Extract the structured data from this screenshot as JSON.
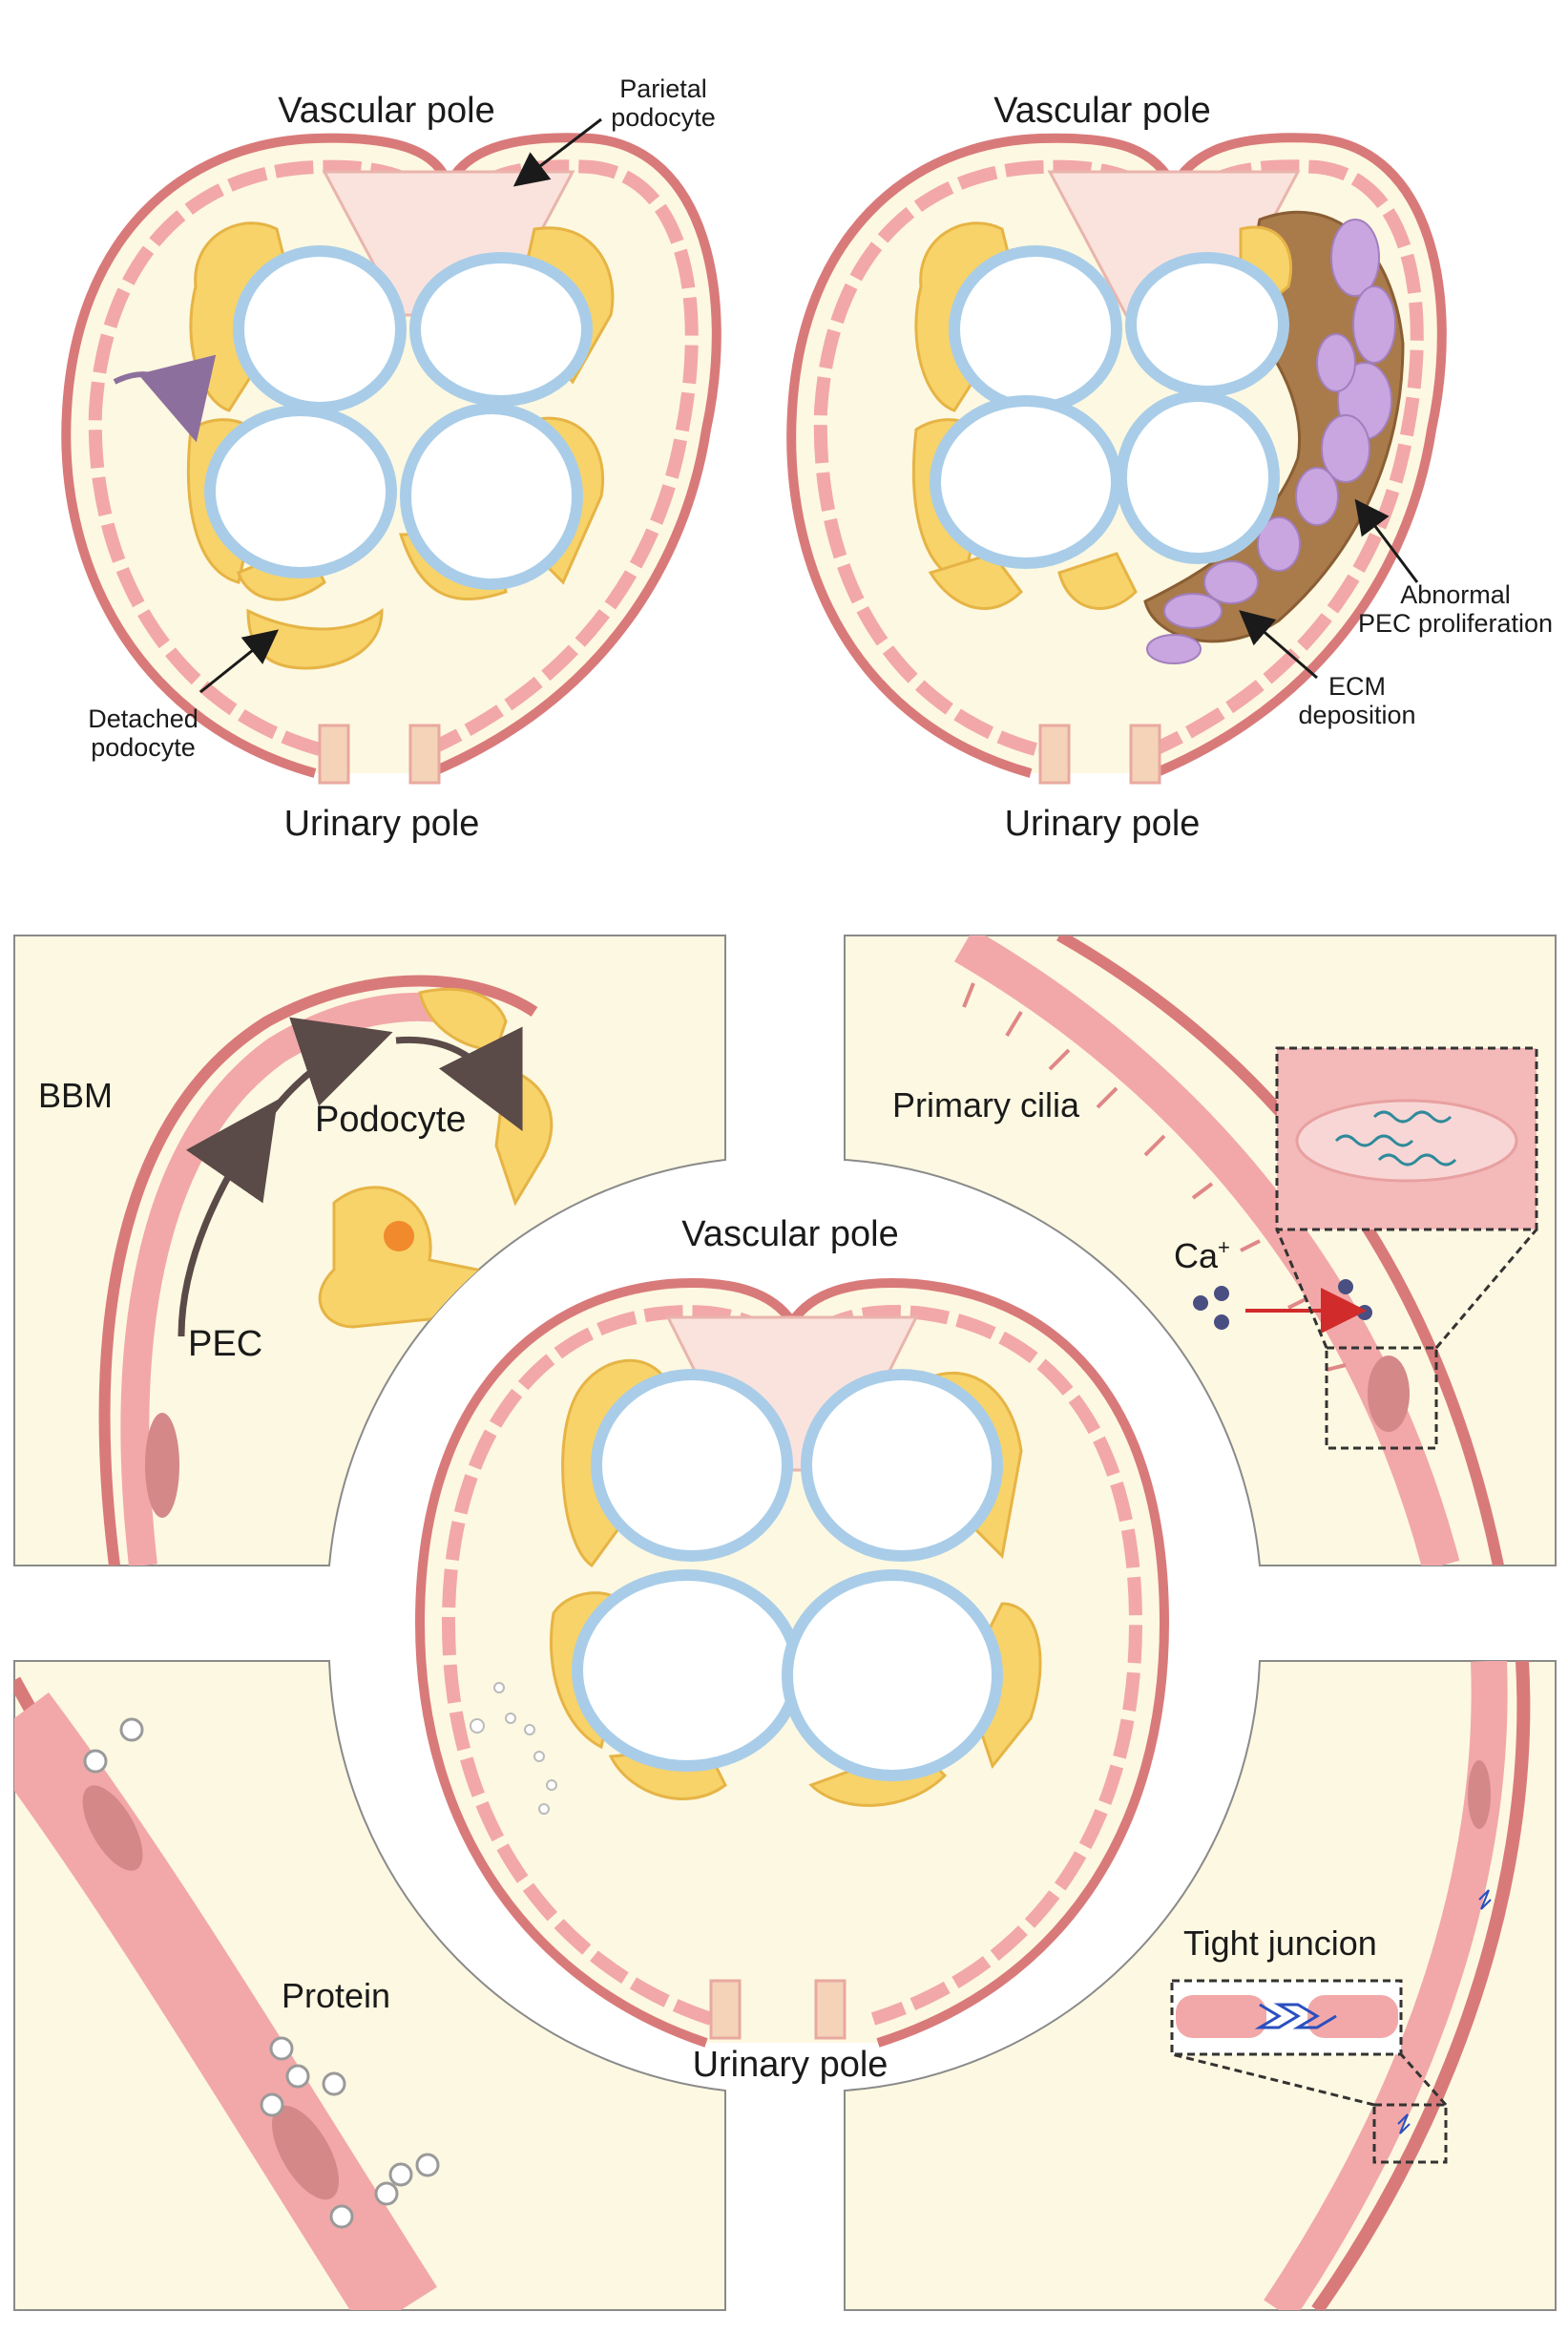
{
  "top_left": {
    "vascular_pole": "Vascular pole",
    "urinary_pole": "Urinary pole",
    "parietal_podocyte": [
      "Parietal",
      "podocyte"
    ],
    "detached_podocyte": [
      "Detached",
      "podocyte"
    ]
  },
  "top_right": {
    "vascular_pole": "Vascular pole",
    "urinary_pole": "Urinary pole",
    "abnormal_pec": [
      "Abnormal",
      "PEC proliferation"
    ],
    "ecm": [
      "ECM",
      "deposition"
    ]
  },
  "center": {
    "vascular_pole": "Vascular pole",
    "urinary_pole": "Urinary pole"
  },
  "panel_tl": {
    "bbm": "BBM",
    "podocyte": "Podocyte",
    "pec": "PEC"
  },
  "panel_tr": {
    "primary_cilia": "Primary cilia",
    "calcium": "Ca",
    "calcium_sup": "+"
  },
  "panel_bl": {
    "protein": "Protein"
  },
  "panel_br": {
    "tight_junction": "Tight juncion"
  },
  "colors": {
    "capsule": "#d97a7a",
    "pec_cell": "#f2a8a8",
    "podocyte": "#f7d36a",
    "capillary": "#a9cde8",
    "background": "#fdf8e1",
    "proliferation": "#c9a6e0",
    "ecm": "#a97a4a"
  }
}
